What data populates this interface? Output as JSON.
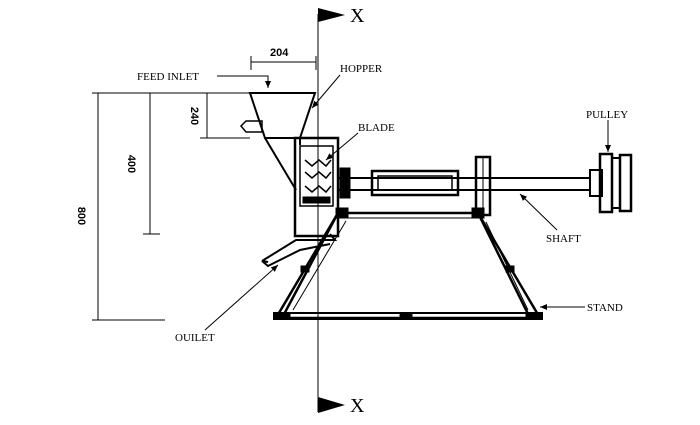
{
  "labels": {
    "feed_inlet": "FEED INLET",
    "hopper": "HOPPER",
    "blade": "BLADE",
    "pulley": "PULLEY",
    "shaft": "SHAFT",
    "stand": "STAND",
    "outlet": "OUILET"
  },
  "axes": {
    "top": "X",
    "bottom": "X"
  },
  "dimensions": {
    "width_top": "204",
    "hopper_height": "240",
    "body_height": "400",
    "total_height": "800"
  }
}
